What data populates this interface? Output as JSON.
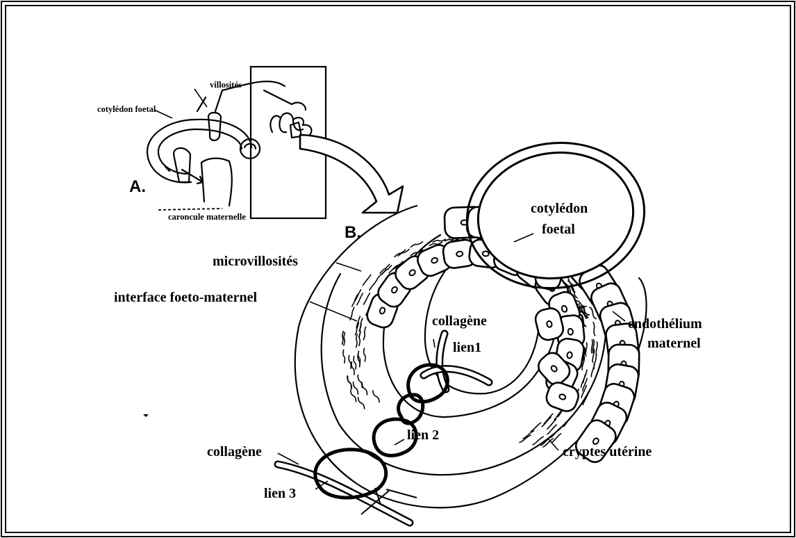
{
  "panel_a": {
    "letter": "A.",
    "labels": {
      "villosites": "villosités",
      "cotyledon_foetal": "cotylédon foetal",
      "caroncule_maternelle": "caroncule maternelle"
    }
  },
  "panel_b": {
    "letter": "B.",
    "labels": {
      "cotyledon_line1": "cotylédon",
      "cotyledon_line2": "foetal",
      "microvillosites": "microvillosités",
      "interface": "interface foeto-maternel",
      "collagene_top": "collagène",
      "lien1": "lien1",
      "endothelium_line1": "endothélium",
      "endothelium_line2": "maternel",
      "lien2": "lien 2",
      "collagene_bottom": "collagène",
      "cryptes": "cryptes utérine",
      "lien3": "lien 3"
    }
  }
}
